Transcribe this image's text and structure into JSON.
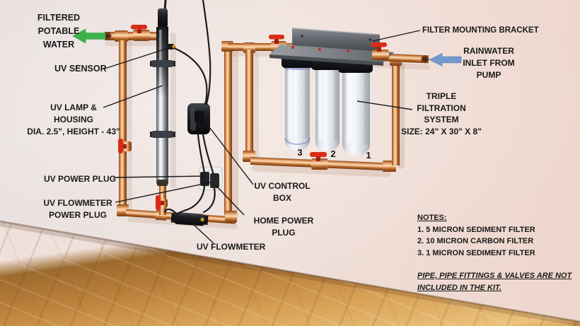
{
  "diagram": {
    "filtered_potable_water": [
      "FILTERED",
      "POTABLE",
      "WATER"
    ],
    "uv_sensor": "UV SENSOR",
    "uv_lamp_housing": [
      "UV LAMP &",
      "HOUSING",
      "DIA. 2.5\", HEIGHT - 43\""
    ],
    "uv_power_plug": "UV POWER PLUG",
    "uv_flowmeter_power_plug": [
      "UV FLOWMETER",
      "POWER PLUG"
    ],
    "uv_flowmeter": "UV FLOWMETER",
    "uv_control_box": [
      "UV CONTROL",
      "BOX"
    ],
    "home_power_plug": [
      "HOME POWER",
      "PLUG"
    ],
    "filter_mounting_bracket": "FILTER MOUNTING BRACKET",
    "rainwater_inlet": [
      "RAINWATER",
      "INLET FROM",
      "PUMP"
    ],
    "triple_filtration": [
      "TRIPLE",
      "FILTRATION",
      "SYSTEM",
      "SIZE: 24\" X 30\" X 8\""
    ],
    "filter_numbers": [
      "3",
      "2",
      "1"
    ]
  },
  "notes": {
    "heading": "NOTES:",
    "items": [
      "1. 5 MICRON SEDIMENT FILTER",
      "2. 10 MICRON CARBON FILTER",
      "3. 1 MICRON SEDIMENT FILTER"
    ],
    "disclaimer": [
      "PIPE, PIPE FITTINGS & VALVES ARE NOT",
      "INCLUDED IN THE KIT."
    ]
  },
  "colors": {
    "copper_pipe": "#c87c42",
    "valve_handle_red": "#d92c17",
    "outflow_arrow_green": "#3bb24b",
    "inlet_arrow_blue": "#7199c9",
    "label_text": "#191919"
  }
}
